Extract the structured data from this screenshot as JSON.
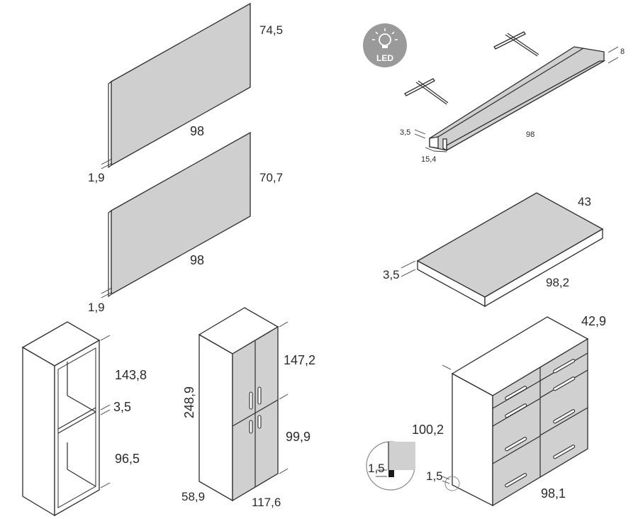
{
  "panel_a": {
    "height": "74,5",
    "width": "98",
    "depth": "1,9"
  },
  "panel_b": {
    "height": "70,7",
    "width": "98",
    "depth": "1,9"
  },
  "shelf_led": {
    "icon_label": "LED",
    "height": "8",
    "front_lip": "3,5",
    "width": "98",
    "depth": "15,4"
  },
  "top_board": {
    "depth": "43",
    "thickness": "3,5",
    "width": "98,2"
  },
  "open_unit": {
    "upper": "143,8",
    "shelf": "3,5",
    "lower": "96,5"
  },
  "wardrobe": {
    "total_height": "248,9",
    "upper_door": "147,2",
    "lower_door": "99,9",
    "depth": "58,9",
    "width": "117,6"
  },
  "chest": {
    "depth": "42,9",
    "height": "100,2",
    "foot_zoom": "1,5",
    "foot": "1,5",
    "width": "98,1"
  },
  "colors": {
    "panel": "#cfcfcf",
    "line": "#2d2d2d",
    "badge": "#9a9a9a"
  }
}
